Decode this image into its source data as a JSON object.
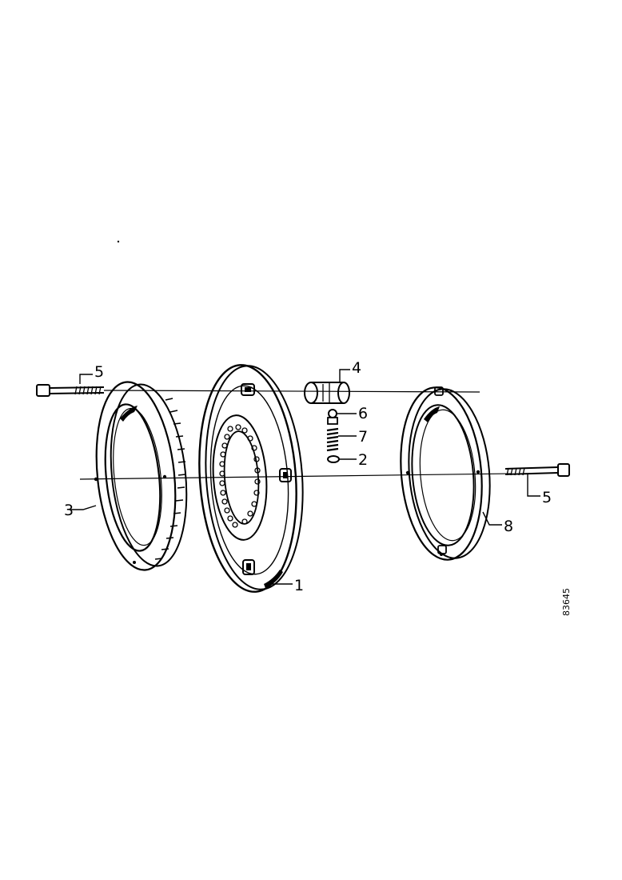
{
  "callouts": {
    "part_1": "1",
    "part_2": "2",
    "part_3": "3",
    "part_4": "4",
    "part_5_left": "5",
    "part_5_right": "5",
    "part_6": "6",
    "part_7": "7",
    "part_8": "8"
  },
  "drawing_code": "83645",
  "colors": {
    "ink": "#000000",
    "paper": "#ffffff"
  }
}
